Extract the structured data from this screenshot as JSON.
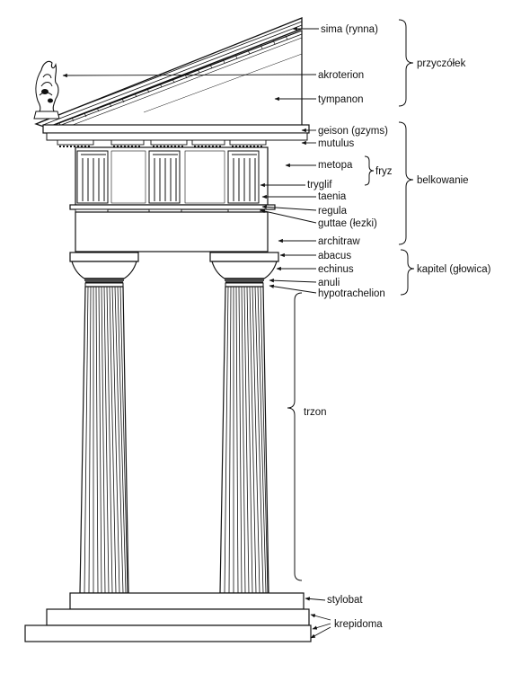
{
  "labels": {
    "sima": "sima (rynna)",
    "akroterion": "akroterion",
    "tympanon": "tympanon",
    "geison": "geison (gzyms)",
    "mutulus": "mutulus",
    "metopa": "metopa",
    "tryglif": "tryglif",
    "taenia": "taenia",
    "regula": "regula",
    "guttae": "guttae (łezki)",
    "architraw": "architraw",
    "abacus": "abacus",
    "echinus": "echinus",
    "anuli": "anuli",
    "hypotrachelion": "hypotrachelion",
    "trzon": "trzon",
    "stylobat": "stylobat",
    "krepidoma": "krepidoma"
  },
  "groups": {
    "przyczolek": "przyczółek",
    "fryz": "fryz",
    "belkowanie": "belkowanie",
    "kapitel": "kapitel (głowica)"
  },
  "colors": {
    "ink": "#111111",
    "background": "#ffffff"
  }
}
